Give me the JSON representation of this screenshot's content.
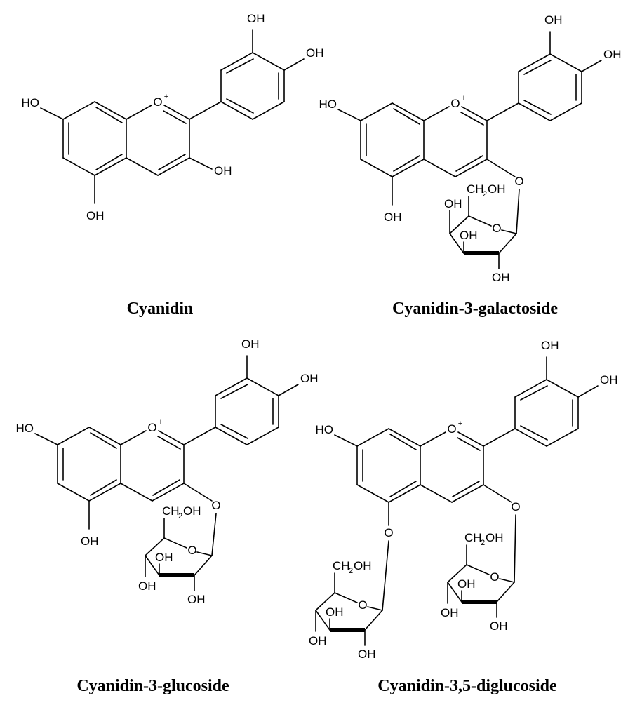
{
  "figure": {
    "panels": [
      {
        "id": "cyanidin",
        "caption": "Cyanidin"
      },
      {
        "id": "c3gal",
        "caption": "Cyanidin-3-galactoside"
      },
      {
        "id": "c3glc",
        "caption": "Cyanidin-3-glucoside"
      },
      {
        "id": "c35diglc",
        "caption": "Cyanidin-3,5-diglucoside"
      }
    ],
    "atoms": {
      "hydroxyl": "OH",
      "hydroxyl_left": "HO",
      "oxygen": "O",
      "charge": "+",
      "ch2oh_prefix": "CH",
      "ch2oh_subscript": "2",
      "ch2oh_suffix": "OH"
    }
  }
}
